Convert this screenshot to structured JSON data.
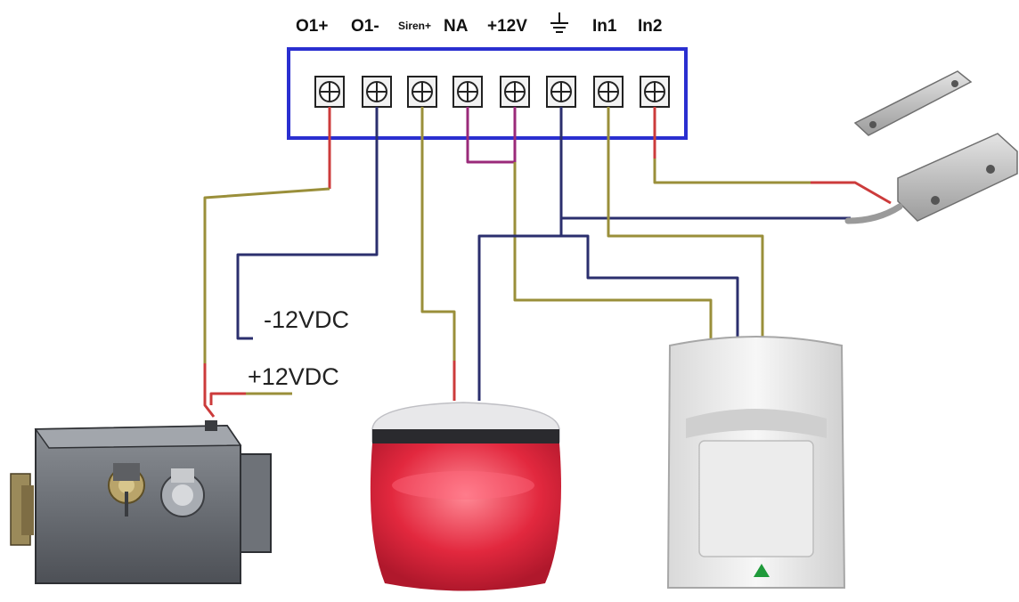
{
  "terminal_labels": {
    "o1_plus": "O1+",
    "o1_minus": "O1-",
    "siren_plus": "Siren+",
    "na": "NA",
    "plus_12v": "+12V",
    "in1": "In1",
    "in2": "In2"
  },
  "ground_icon": "ground-symbol-icon",
  "lock_labels": {
    "minus_12vdc": "-12VDC",
    "plus_12vdc": "+12VDC"
  },
  "colors": {
    "board_border": "#2a2fd0",
    "wire_red": "#cc3b3b",
    "wire_olive": "#9a8f3a",
    "wire_navy": "#2b2f6e",
    "wire_purple": "#9a2a7a",
    "siren_red": "#e2283e"
  },
  "devices": [
    {
      "name": "electric-lock",
      "icon": "electric-lock-icon"
    },
    {
      "name": "siren-strobe",
      "icon": "siren-icon"
    },
    {
      "name": "pir-motion-sensor",
      "icon": "pir-sensor-icon"
    },
    {
      "name": "magnetic-door-contact",
      "icon": "magnetic-contact-icon"
    }
  ]
}
